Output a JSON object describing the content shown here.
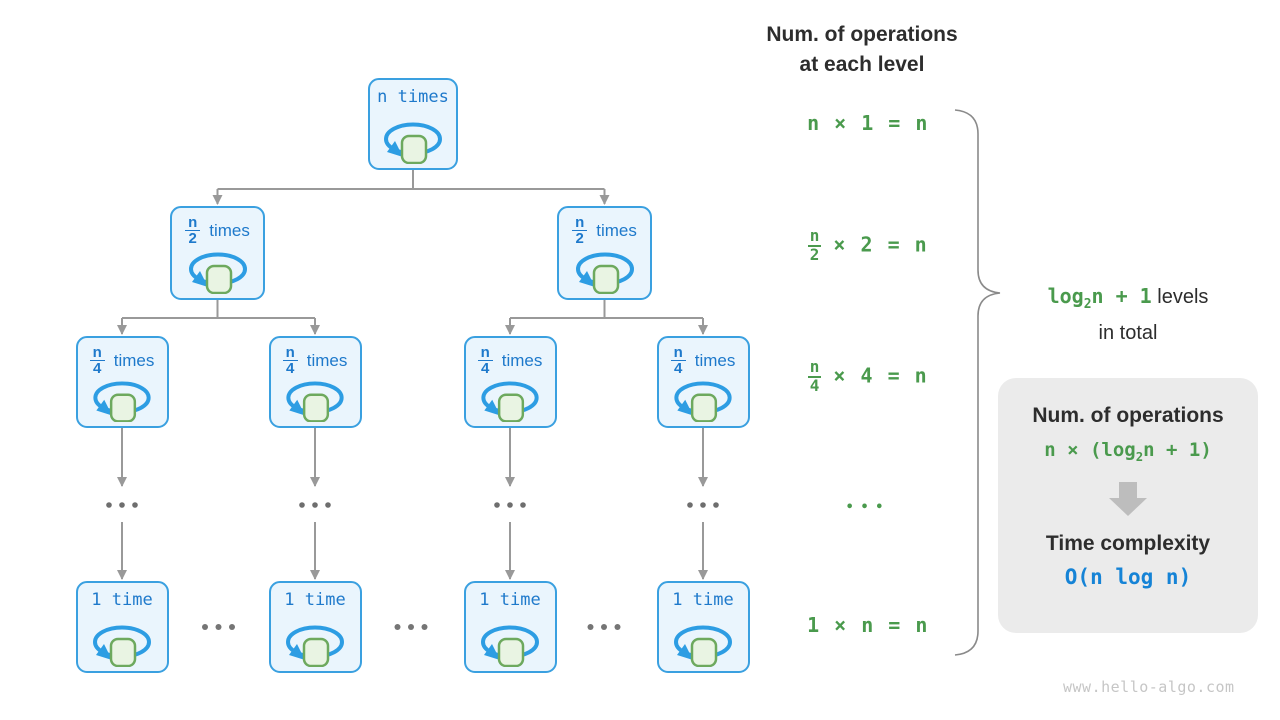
{
  "header": {
    "line1": "Num. of operations",
    "line2": "at each level"
  },
  "tree": {
    "root_label": "n times",
    "half": {
      "numerator": "n",
      "denominator": "2",
      "suffix": "times"
    },
    "quarter": {
      "numerator": "n",
      "denominator": "4",
      "suffix": "times"
    },
    "leaf_label": "1 time",
    "ellipsis": "•••"
  },
  "equations": {
    "level1": "n × 1 = n",
    "level2": {
      "numerator": "n",
      "denominator": "2",
      "rest": "× 2 = n"
    },
    "level3": {
      "numerator": "n",
      "denominator": "4",
      "rest": "× 4 = n"
    },
    "ellipsis": "•••",
    "leaf": "1 × n = n"
  },
  "levels_note": {
    "green_log": "log",
    "green_sub": "2",
    "green_rest": "n + 1",
    "dark_suffix": " levels",
    "line2": "in total"
  },
  "summary_box": {
    "title": "Num. of operations",
    "formula_pre": "n × (",
    "formula_log": "log",
    "formula_sub": "2",
    "formula_post": "n + 1)",
    "title2": "Time complexity",
    "result": "O(n log n)"
  },
  "watermark": "www.hello-algo.com",
  "palette": {
    "node_fill": "#eaf5fd",
    "node_border": "#3aa0e0",
    "node_text": "#1e79cb",
    "loop_blue": "#2d9de3",
    "square_fill": "#e9f4e3",
    "square_border": "#6da95e",
    "connector_gray": "#999999",
    "green": "#4a9a4d",
    "dark_text": "#2d2d2d",
    "box_bg": "#ebebeb",
    "result_blue": "#1583d6",
    "watermark_gray": "#c6c6c6"
  }
}
